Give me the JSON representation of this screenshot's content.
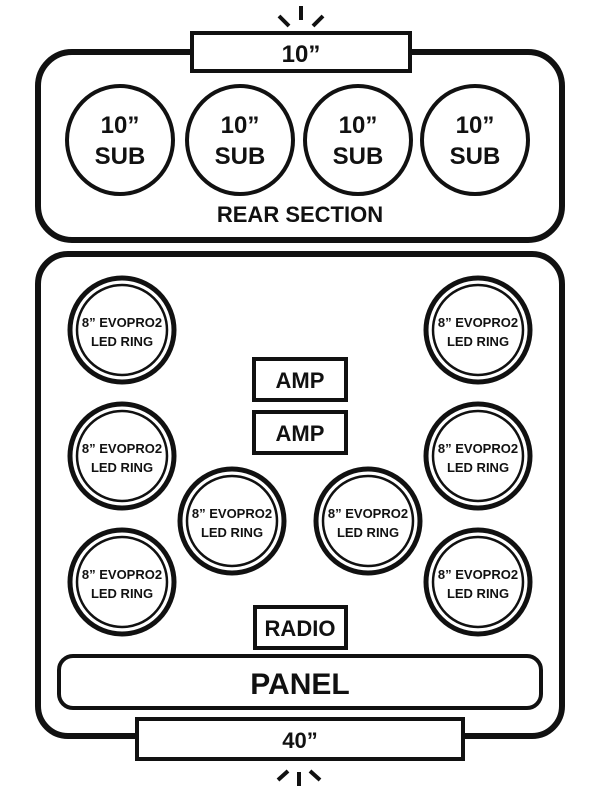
{
  "top_label": "10”",
  "bottom_label": "40”",
  "rear": {
    "title": "REAR SECTION",
    "subs": [
      {
        "line1": "10”",
        "line2": "SUB"
      },
      {
        "line1": "10”",
        "line2": "SUB"
      },
      {
        "line1": "10”",
        "line2": "SUB"
      },
      {
        "line1": "10”",
        "line2": "SUB"
      }
    ]
  },
  "front": {
    "speakers": [
      {
        "line1": "8” EVOPRO2",
        "line2": "LED RING"
      },
      {
        "line1": "8” EVOPRO2",
        "line2": "LED RING"
      },
      {
        "line1": "8” EVOPRO2",
        "line2": "LED RING"
      },
      {
        "line1": "8” EVOPRO2",
        "line2": "LED RING"
      },
      {
        "line1": "8” EVOPRO2",
        "line2": "LED RING"
      },
      {
        "line1": "8” EVOPRO2",
        "line2": "LED RING"
      },
      {
        "line1": "8” EVOPRO2",
        "line2": "LED RING"
      },
      {
        "line1": "8” EVOPRO2",
        "line2": "LED RING"
      }
    ],
    "amps": [
      "AMP",
      "AMP"
    ],
    "radio": "RADIO",
    "panel": "PANEL"
  }
}
